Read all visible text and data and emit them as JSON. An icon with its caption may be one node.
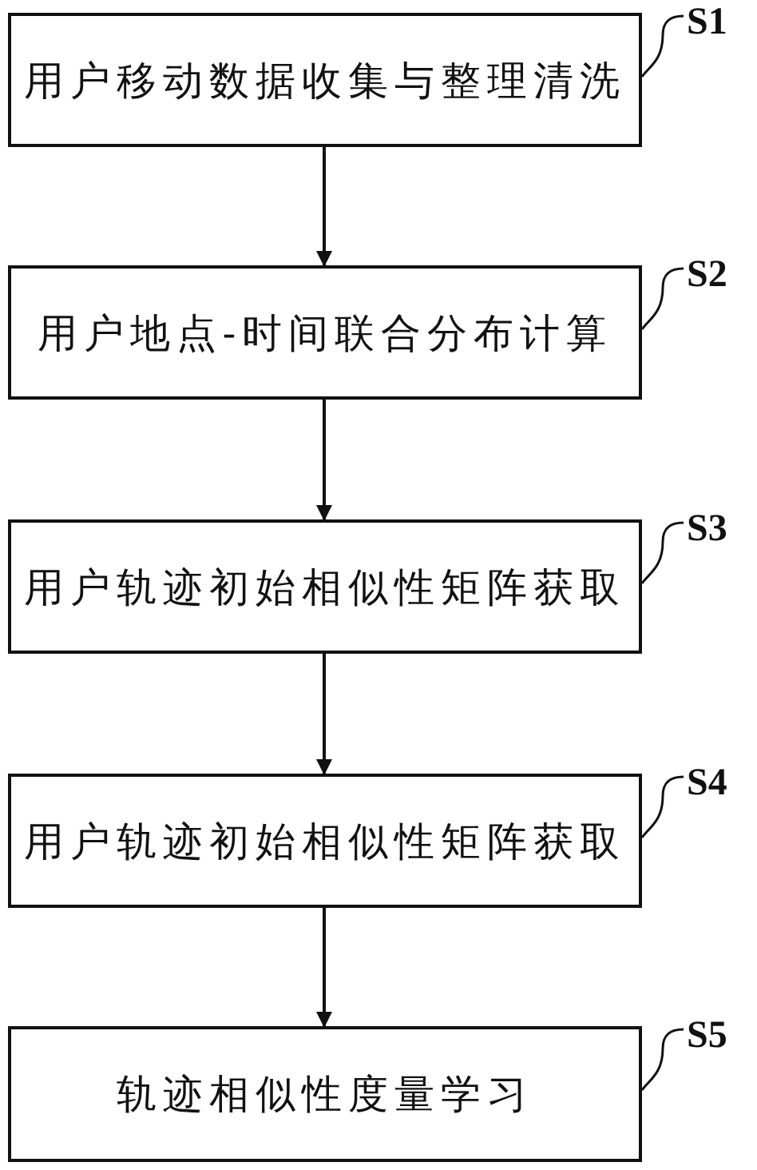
{
  "diagram": {
    "nodes": [
      {
        "text": [
          "用户移动数据收集与整理清洗"
        ]
      },
      {
        "text": [
          "S1"
        ]
      },
      {
        "text": [
          "用户地点-时间联合分布计算"
        ]
      },
      {
        "text": [
          "S2"
        ]
      },
      {
        "text": [
          "用户轨迹初始相似性矩阵获取"
        ]
      },
      {
        "text": [
          "S3"
        ]
      },
      {
        "text": [
          "用户轨迹初始相似性矩阵获取"
        ]
      },
      {
        "text": [
          "S4"
        ]
      },
      {
        "text": [
          "轨迹相似性度量学习"
        ]
      },
      {
        "text": [
          "S5"
        ]
      }
    ],
    "edges": [
      {
        "from": 0,
        "to": 2,
        "arrow": "to"
      },
      {
        "from": 2,
        "to": 4,
        "arrow": "to"
      },
      {
        "from": 4,
        "to": 6,
        "arrow": "to"
      },
      {
        "from": 6,
        "to": 8,
        "arrow": "to"
      },
      {
        "from": 1,
        "to": 0,
        "arrow": "none"
      },
      {
        "from": 3,
        "to": 2,
        "arrow": "none"
      },
      {
        "from": 5,
        "to": 4,
        "arrow": "none"
      },
      {
        "from": 7,
        "to": 6,
        "arrow": "none"
      },
      {
        "from": 9,
        "to": 8,
        "arrow": "none"
      }
    ]
  }
}
